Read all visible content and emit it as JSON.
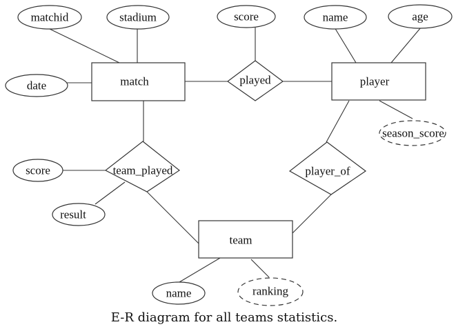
{
  "diagram": {
    "type": "er-diagram",
    "caption": "E-R diagram for all teams statistics.",
    "entities": [
      {
        "id": "match",
        "label": "match"
      },
      {
        "id": "player",
        "label": "player"
      },
      {
        "id": "team",
        "label": "team"
      }
    ],
    "relationships": [
      {
        "id": "played",
        "label": "played",
        "connects": [
          "match",
          "player"
        ]
      },
      {
        "id": "team_played",
        "label": "team_played",
        "connects": [
          "match",
          "team"
        ]
      },
      {
        "id": "player_of",
        "label": "player_of",
        "connects": [
          "player",
          "team"
        ]
      }
    ],
    "attributes": [
      {
        "id": "match_matchid",
        "label": "matchid",
        "owner": "match",
        "derived": false
      },
      {
        "id": "match_stadium",
        "label": "stadium",
        "owner": "match",
        "derived": false
      },
      {
        "id": "match_date",
        "label": "date",
        "owner": "match",
        "derived": false
      },
      {
        "id": "played_score",
        "label": "score",
        "owner": "played",
        "derived": false
      },
      {
        "id": "player_name",
        "label": "name",
        "owner": "player",
        "derived": false
      },
      {
        "id": "player_age",
        "label": "age",
        "owner": "player",
        "derived": false
      },
      {
        "id": "player_season_score",
        "label": "season_score",
        "owner": "player",
        "derived": true
      },
      {
        "id": "team_played_score",
        "label": "score",
        "owner": "team_played",
        "derived": false
      },
      {
        "id": "team_played_result",
        "label": "result",
        "owner": "team_played",
        "derived": false
      },
      {
        "id": "team_name",
        "label": "name",
        "owner": "team",
        "derived": false
      },
      {
        "id": "team_ranking",
        "label": "ranking",
        "owner": "team",
        "derived": true
      }
    ]
  }
}
